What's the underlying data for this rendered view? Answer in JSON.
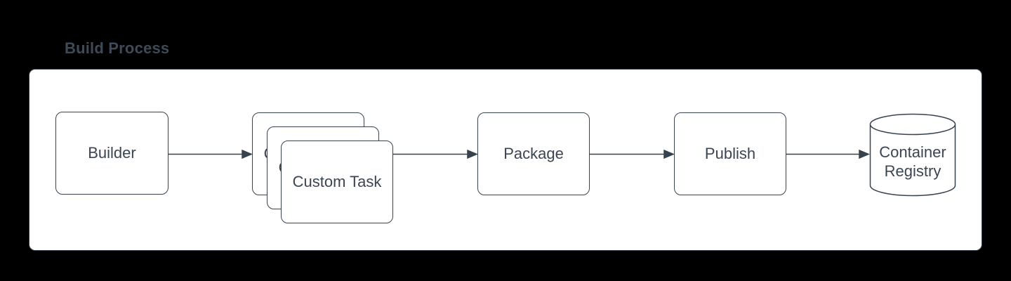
{
  "diagram": {
    "title": "Build Process",
    "nodes": [
      {
        "id": "builder",
        "label": "Builder",
        "shape": "rounded-rect"
      },
      {
        "id": "custom-task",
        "label": "Custom Task",
        "shape": "stacked-rounded-rect",
        "copies": 3
      },
      {
        "id": "package",
        "label": "Package",
        "shape": "rounded-rect"
      },
      {
        "id": "publish",
        "label": "Publish",
        "shape": "rounded-rect"
      },
      {
        "id": "container-registry",
        "label": "Container Registry",
        "shape": "cylinder"
      }
    ],
    "edges": [
      {
        "from": "Builder",
        "to": "Custom Task"
      },
      {
        "from": "Custom Task",
        "to": "Package"
      },
      {
        "from": "Package",
        "to": "Publish"
      },
      {
        "from": "Publish",
        "to": "Container Registry"
      }
    ],
    "colors": {
      "background": "#000000",
      "panel_fill": "#ffffff",
      "stroke": "#37424f",
      "text": "#3b4552",
      "title_text": "#3f4a57"
    }
  }
}
